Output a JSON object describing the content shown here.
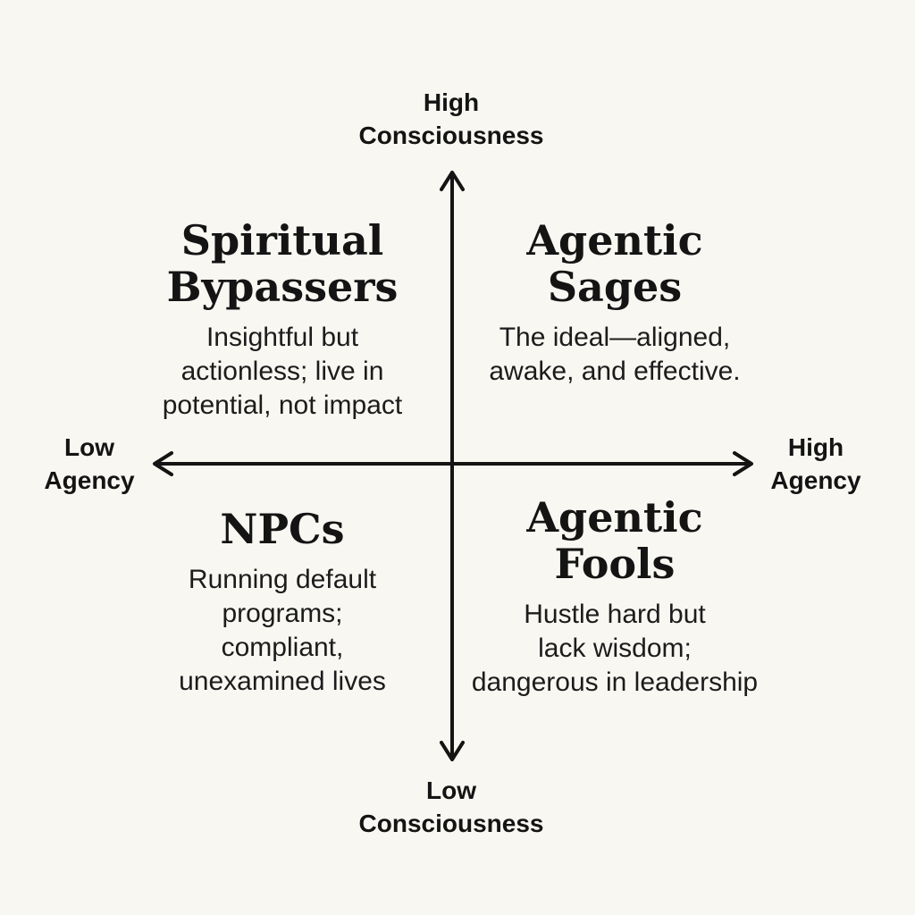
{
  "axes": {
    "top": {
      "line1": "High",
      "line2": "Consciousness"
    },
    "bottom": {
      "line1": "Low",
      "line2": "Consciousness"
    },
    "left": {
      "line1": "Low",
      "line2": "Agency"
    },
    "right": {
      "line1": "High",
      "line2": "Agency"
    }
  },
  "quadrants": {
    "top_left": {
      "title": [
        "Spiritual",
        "Bypassers"
      ],
      "description": [
        "Insightful but",
        "actionless; live in",
        "potential, not impact"
      ]
    },
    "top_right": {
      "title": [
        "Agentic",
        "Sages"
      ],
      "description": [
        "The ideal—aligned,",
        "awake, and effective."
      ]
    },
    "bottom_left": {
      "title": [
        "NPCs"
      ],
      "description": [
        "Running default",
        "programs;",
        "compliant,",
        "unexamined lives"
      ]
    },
    "bottom_right": {
      "title": [
        "Agentic",
        "Fools"
      ],
      "description": [
        "Hustle hard but",
        "lack wisdom;",
        "dangerous in leadership"
      ]
    }
  },
  "colors": {
    "background": "#f9f7f2",
    "ink": "#141414"
  }
}
